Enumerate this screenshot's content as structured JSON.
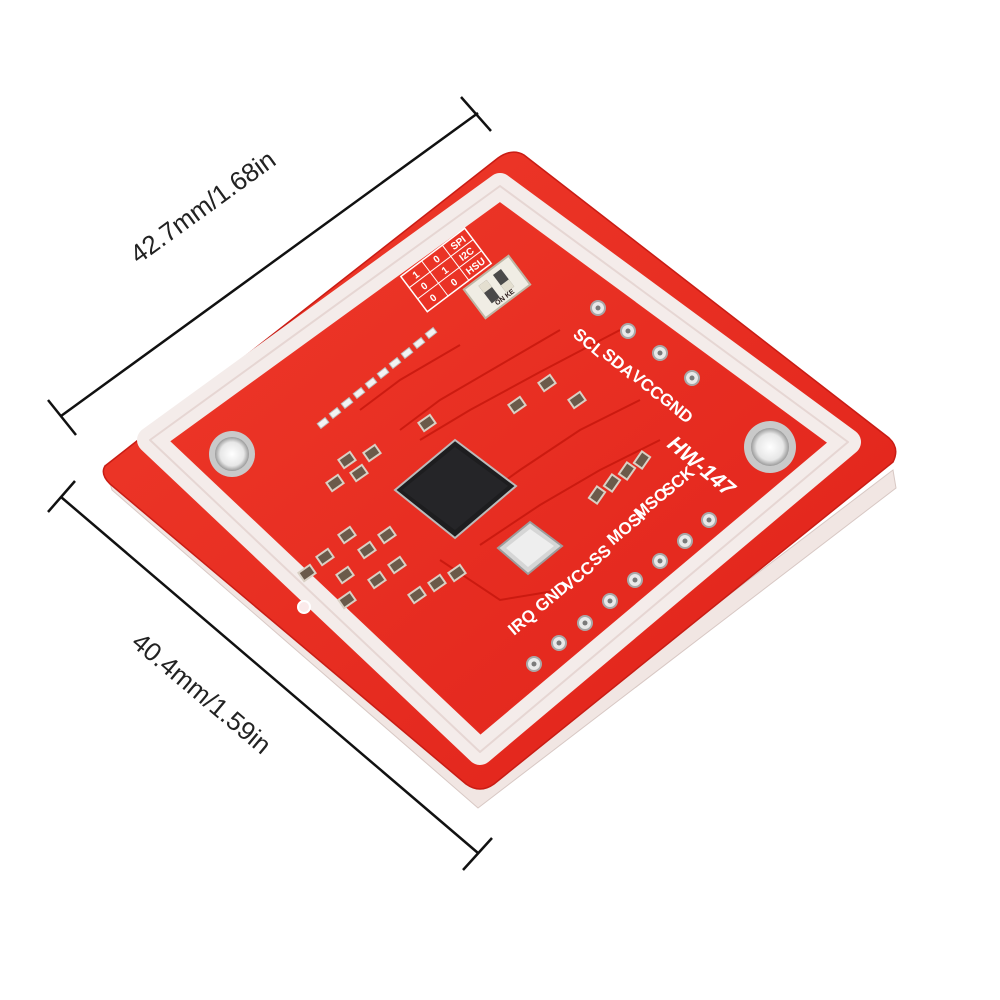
{
  "dimensions": {
    "width_label": "42.7mm/1.68in",
    "height_label": "40.4mm/1.59in"
  },
  "board": {
    "model": "HW-147",
    "top_header_pins": [
      "SCL",
      "SDA",
      "VCC",
      "GND"
    ],
    "side_header_pins": [
      "SCK",
      "MSO",
      "MOSI",
      "SS",
      "VCC",
      "GND",
      "IRQ"
    ],
    "mode_table": {
      "headers": [
        "SPI",
        "I2C",
        "HSU"
      ],
      "col_a": [
        "0",
        "1",
        "0"
      ],
      "col_b": [
        "1",
        "0",
        "0"
      ]
    },
    "switch_label": "ON KE",
    "colors": {
      "pcb_red": "#e8291f",
      "antenna_white": "#f4ecea",
      "chip_black": "#1d1d1f"
    }
  }
}
